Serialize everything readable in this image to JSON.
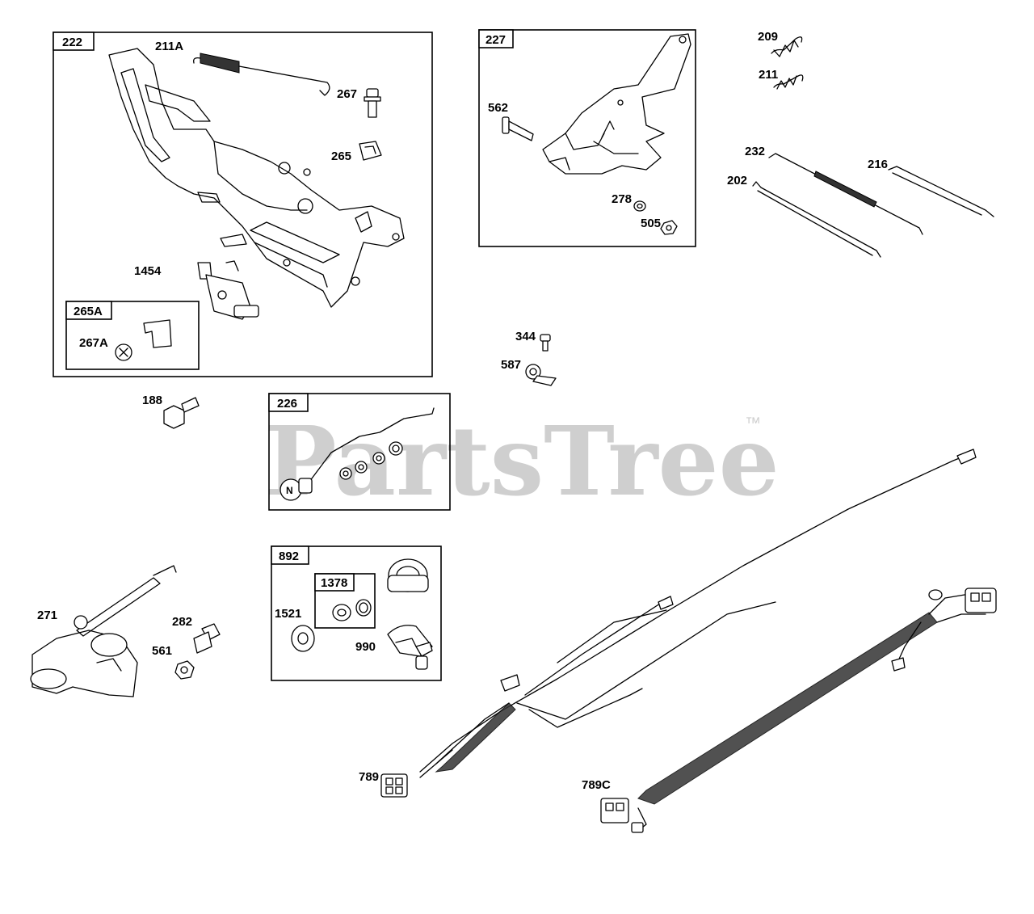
{
  "watermark": {
    "text": "PartsTree",
    "tm": "™"
  },
  "groups": {
    "g222": "222",
    "g265A": "265A",
    "g227": "227",
    "g226": "226",
    "g892": "892",
    "g1378": "1378"
  },
  "callouts": {
    "c211A": "211A",
    "c267": "267",
    "c265": "265",
    "c1454": "1454",
    "c267A": "267A",
    "c562": "562",
    "c278": "278",
    "c505": "505",
    "c209": "209",
    "c211": "211",
    "c232": "232",
    "c216": "216",
    "c202": "202",
    "c344": "344",
    "c587": "587",
    "c188": "188",
    "c271": "271",
    "c282": "282",
    "c561": "561",
    "c1521": "1521",
    "c990": "990",
    "c789": "789",
    "c789C": "789C"
  },
  "colors": {
    "line": "#000000",
    "watermark": "#cfcfcf"
  }
}
